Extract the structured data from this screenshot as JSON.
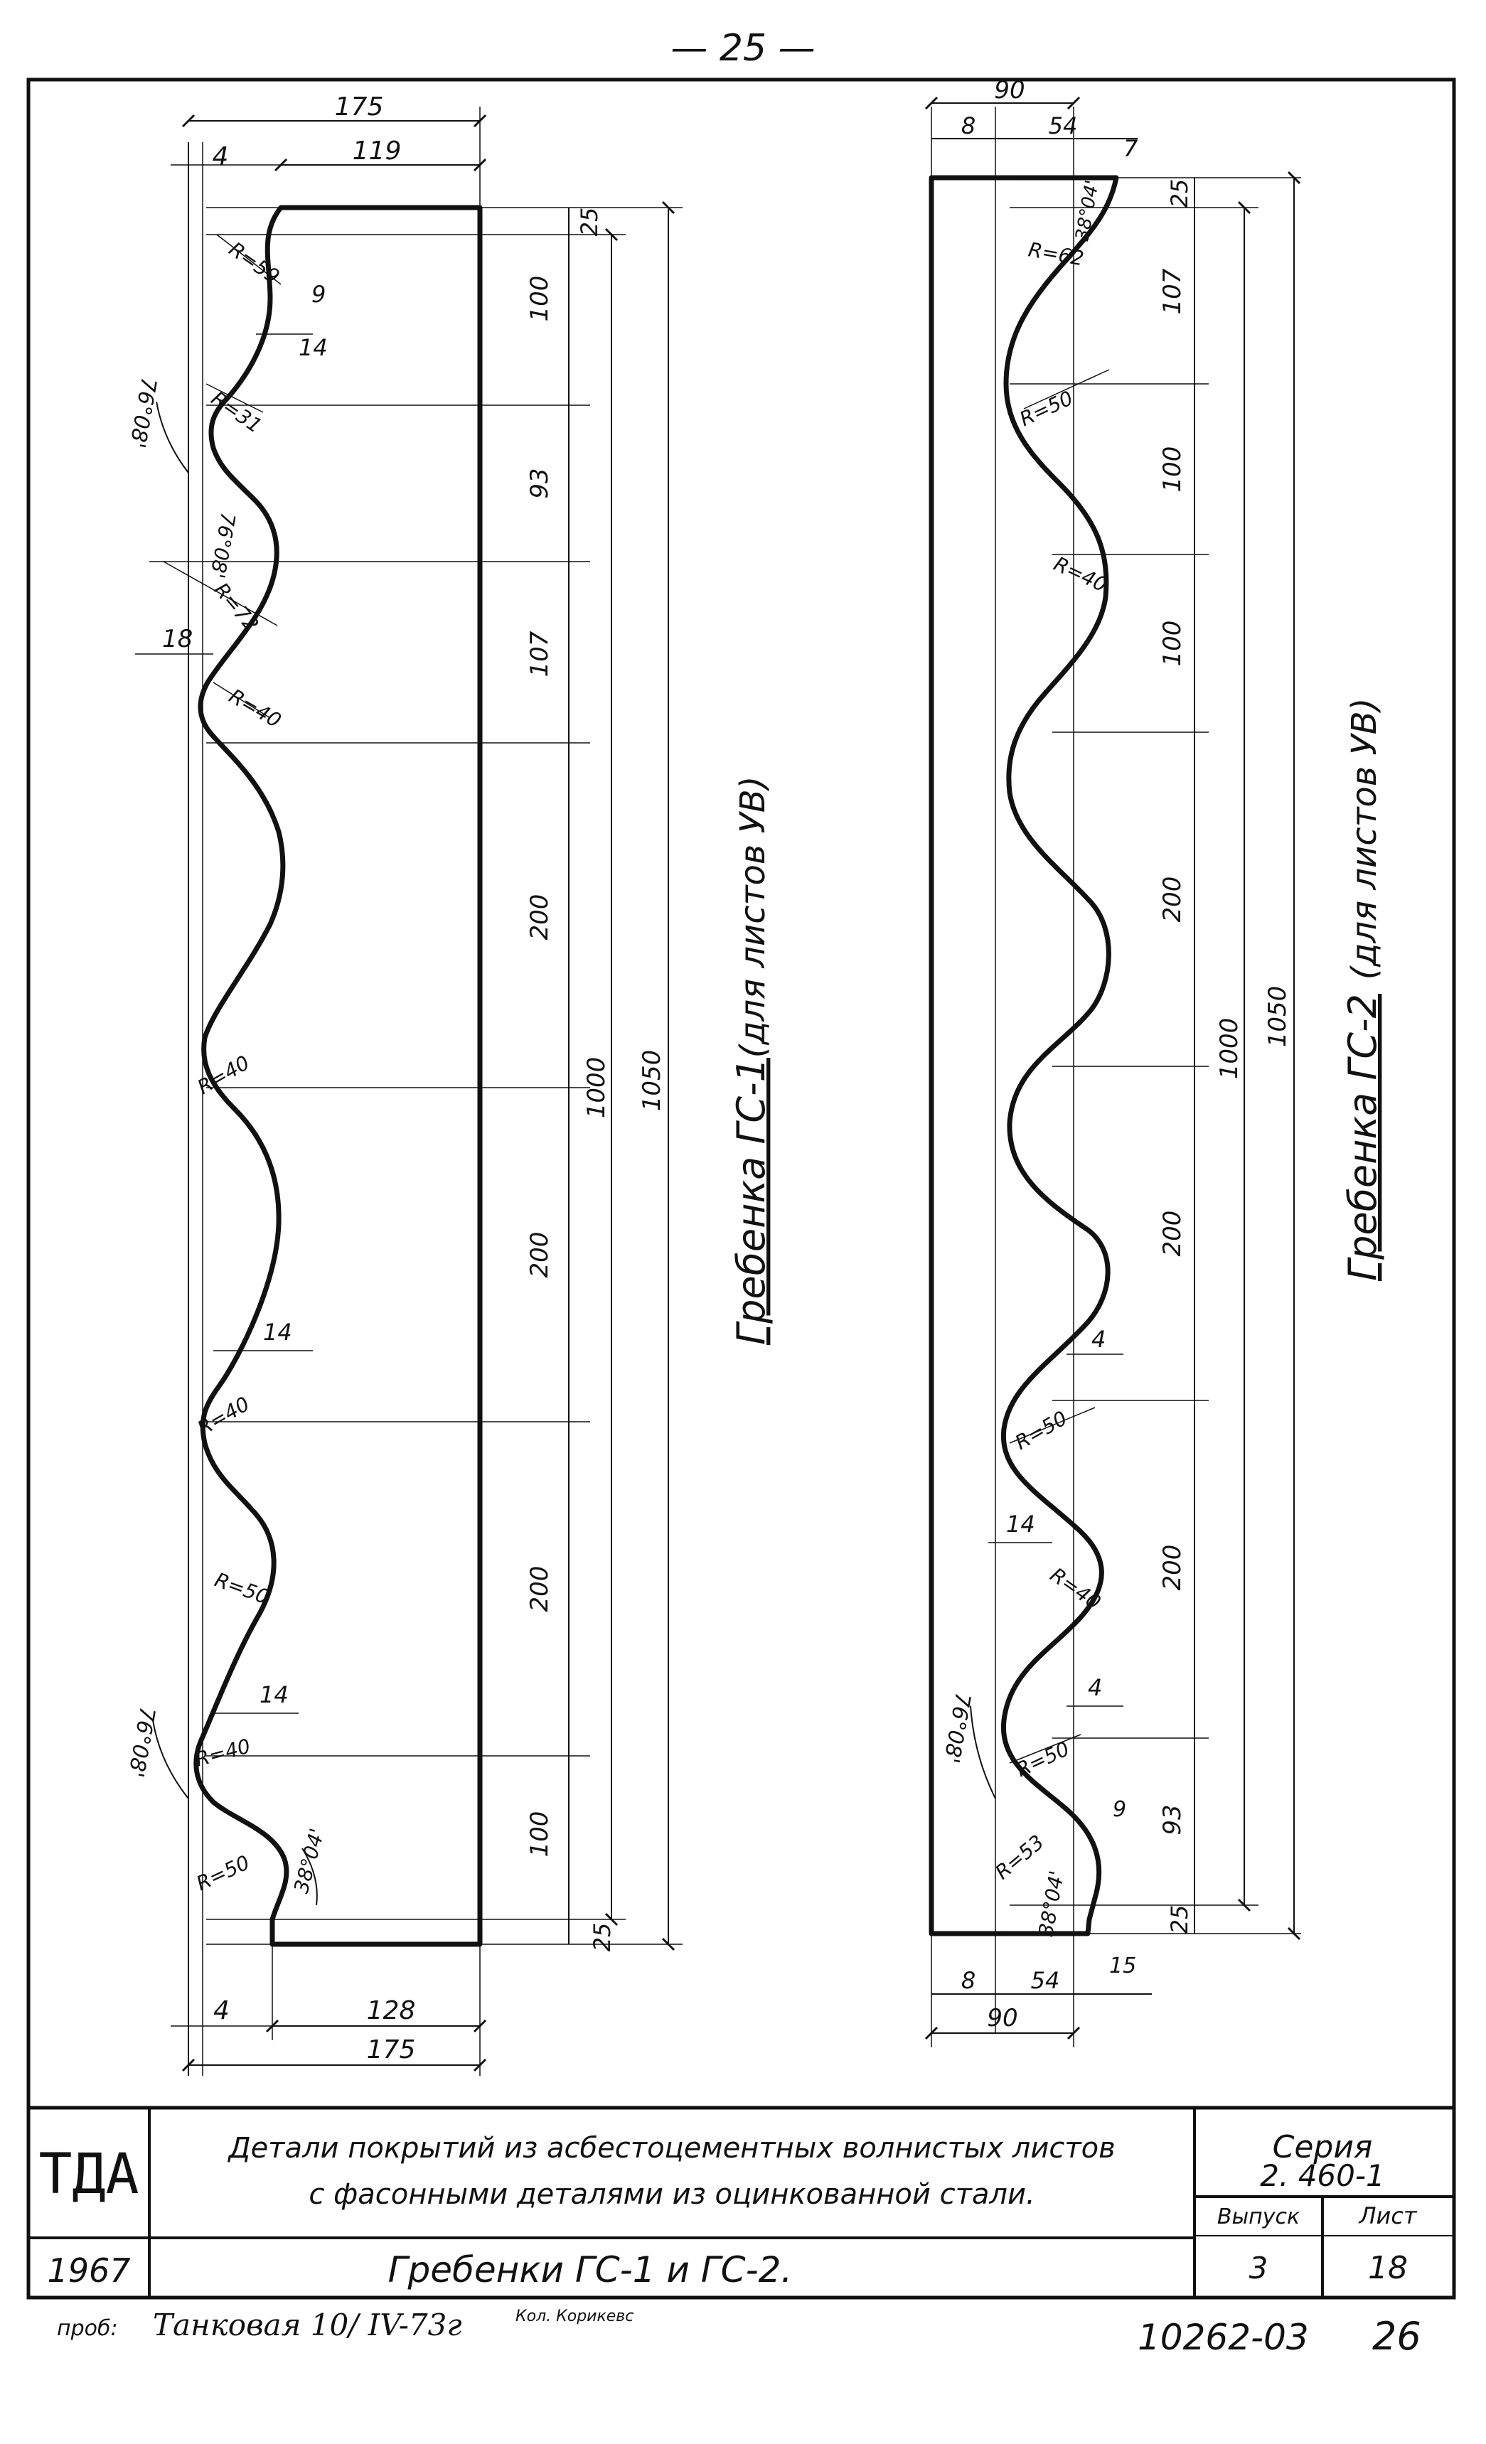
{
  "page_number_top": "— 25 —",
  "gc1": {
    "title": "Гребенка ГС-1",
    "subtitle": "(для листов УВ)",
    "dims": {
      "top_overall": "175",
      "top_inner": "119",
      "top_offset": "4",
      "top_step": "25",
      "seg_100a": "100",
      "seg_93": "93",
      "seg_107": "107",
      "seg_200a": "200",
      "seg_200b": "200",
      "seg_200c": "200",
      "seg_100b": "100",
      "bottom_step": "25",
      "span_1000": "1000",
      "span_1050": "1050",
      "bottom_offset": "4",
      "bottom_inner": "128",
      "bottom_overall": "175",
      "d9": "9",
      "d14a": "14",
      "d14b": "14",
      "d14c": "14",
      "d18": "18"
    },
    "radii": {
      "r1": "R=59",
      "r2": "R=31",
      "r3": "R=72",
      "r4": "R=40",
      "r5": "R=40",
      "r6": "R=40",
      "r7": "R=50",
      "r8": "R=40",
      "r9": "R=50"
    },
    "angles": {
      "a1": "76°08'",
      "a2": "76°08'",
      "a3": "76°08'",
      "a4": "38°04'"
    }
  },
  "gc2": {
    "title": "Гребенка ГС-2",
    "subtitle": "(для листов УВ)",
    "dims": {
      "top_overall": "90",
      "top_left": "8",
      "top_inner": "54",
      "top_right": "7",
      "top_step": "25",
      "seg_107": "107",
      "seg_100a": "100",
      "seg_100b": "100",
      "seg_200a": "200",
      "seg_200b": "200",
      "seg_200c": "200",
      "seg_93": "93",
      "bottom_step": "25",
      "span_1000": "1000",
      "span_1050": "1050",
      "bottom_left": "8",
      "bottom_inner": "54",
      "bottom_right": "15",
      "bottom_overall": "90",
      "d4a": "4",
      "d14": "14",
      "d4b": "4",
      "d9": "9"
    },
    "radii": {
      "r1": "R=62",
      "r2": "R=50",
      "r3": "R=40",
      "r4": "R=50",
      "r5": "R=40",
      "r6": "R=50",
      "r7": "R=53"
    },
    "angles": {
      "a1": "38°04'",
      "a2": "76°08'",
      "a3": "38°04'"
    }
  },
  "title_block": {
    "org": "ТДА",
    "description_line1": "Детали покрытий из асбестоцементных волнистых листов",
    "description_line2": "с фасонными деталями из оцинкованной стали.",
    "series_label": "Серия",
    "series_value": "2. 460-1",
    "year": "1967",
    "sheet_title": "Гребенки ГС-1 и ГС-2.",
    "issue_label": "Выпуск",
    "issue_value": "3",
    "sheet_label": "Лист",
    "sheet_value": "18"
  },
  "footer": {
    "check_label": "проб:",
    "check_name": "Танковая 10/ IV-73г",
    "stamp_note": "Кол. Корикевс",
    "doc_number": "10262-03",
    "page_number": "26"
  }
}
